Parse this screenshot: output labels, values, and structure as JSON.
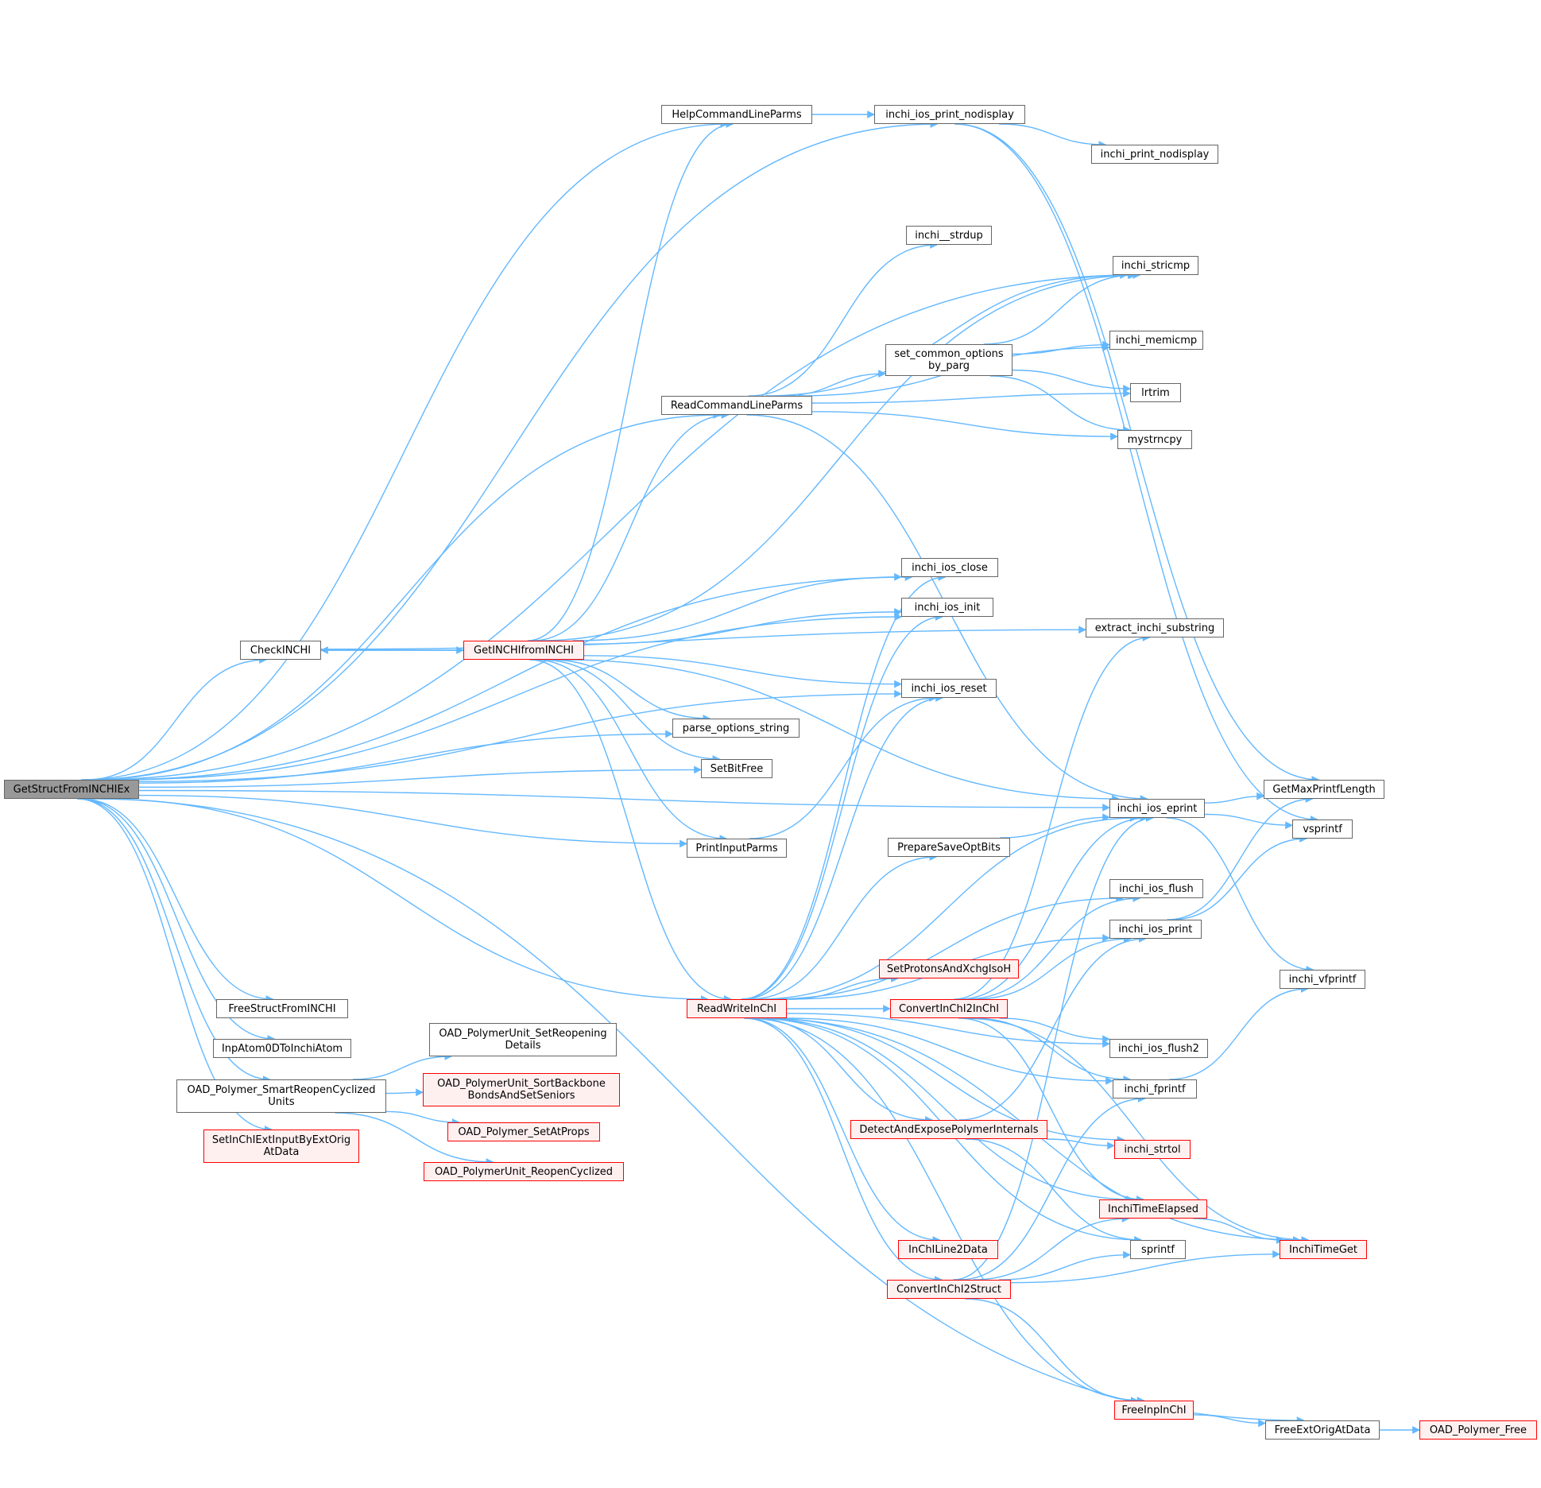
{
  "diagram": {
    "edge_color": "#63b8ff",
    "node_border_color": "#666666",
    "node_highlight_border_color": "#ff0000",
    "node_highlight_fill": "#fff0f0",
    "root_fill": "#999999",
    "nodes": {
      "root": "GetStructFromINCHIEx",
      "check": "CheckINCHI",
      "getinchi": "GetINCHIfromINCHI",
      "help": "HelpCommandLineParms",
      "nodisp": "inchi_ios_print_nodisplay",
      "printnodisp": "inchi_print_nodisplay",
      "strdup": "inchi__strdup",
      "stricmp": "inchi_stricmp",
      "memicmp": "inchi_memicmp",
      "setcommon": "set_common_options\nby_parg",
      "readcmd": "ReadCommandLineParms",
      "lrtrim": "lrtrim",
      "mystrncpy": "mystrncpy",
      "ioclose": "inchi_ios_close",
      "ioinit": "inchi_ios_init",
      "extract": "extract_inchi_substring",
      "ioreset": "inchi_ios_reset",
      "parseopt": "parse_options_string",
      "setbitfree": "SetBitFree",
      "printinput": "PrintInputParms",
      "eprint": "inchi_ios_eprint",
      "getmax": "GetMaxPrintfLength",
      "vsprintf": "vsprintf",
      "preparesave": "PrepareSaveOptBits",
      "ioflush": "inchi_ios_flush",
      "ioprint": "inchi_ios_print",
      "vfprintf": "inchi_vfprintf",
      "setprotons": "SetProtonsAndXchgIsoH",
      "readwrite": "ReadWriteInChI",
      "conv2inchi": "ConvertInChI2InChI",
      "ioflush2": "inchi_ios_flush2",
      "fprintf": "inchi_fprintf",
      "freestruct": "FreeStructFromINCHI",
      "inpatom": "InpAtom0DToInchiAtom",
      "smartreopen": "OAD_Polymer_SmartReopenCyclized\nUnits",
      "setreopen": "OAD_PolymerUnit_SetReopening\nDetails",
      "sortbackbone": "OAD_PolymerUnit_SortBackbone\nBondsAndSetSeniors",
      "setatprops": "OAD_Polymer_SetAtProps",
      "reopencyc": "OAD_PolymerUnit_ReopenCyclized",
      "setextinput": "SetInChIExtInputByExtOrig\nAtData",
      "detect": "DetectAndExposePolymerInternals",
      "strtol": "inchi_strtol",
      "timeelapsed": "InchiTimeElapsed",
      "sprintf": "sprintf",
      "timeget": "InchiTimeGet",
      "line2data": "InChILine2Data",
      "conv2struct": "ConvertInChI2Struct",
      "freeinp": "FreeInpInChI",
      "freeext": "FreeExtOrigAtData",
      "polyfree": "OAD_Polymer_Free"
    }
  }
}
